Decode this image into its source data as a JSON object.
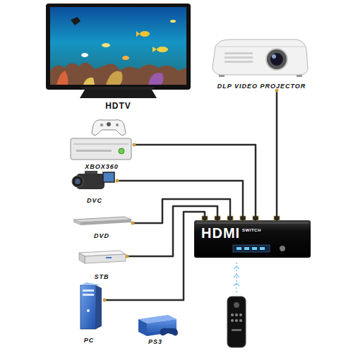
{
  "diagram": {
    "nodes": [
      {
        "text": [
          "HDTV"
        ]
      },
      {
        "text": [
          "DLP VIDEO PROJECTOR"
        ]
      },
      {
        "text": [
          "XBOX360"
        ]
      },
      {
        "text": [
          "DVC"
        ]
      },
      {
        "text": [
          "DVD"
        ]
      },
      {
        "text": [
          "HDMI",
          "SWITCH"
        ]
      },
      {
        "text": [
          "STB"
        ]
      },
      {
        "text": [
          "PC"
        ]
      },
      {
        "text": [
          "PS3"
        ]
      }
    ],
    "edges": [
      {
        "from": 1,
        "to": 5,
        "arrow": "none"
      },
      {
        "from": 2,
        "to": 5,
        "arrow": "none"
      },
      {
        "from": 3,
        "to": 5,
        "arrow": "none"
      },
      {
        "from": 4,
        "to": 5,
        "arrow": "none"
      },
      {
        "from": 6,
        "to": 5,
        "arrow": "none"
      },
      {
        "from": 7,
        "to": 5,
        "arrow": "none"
      }
    ]
  }
}
